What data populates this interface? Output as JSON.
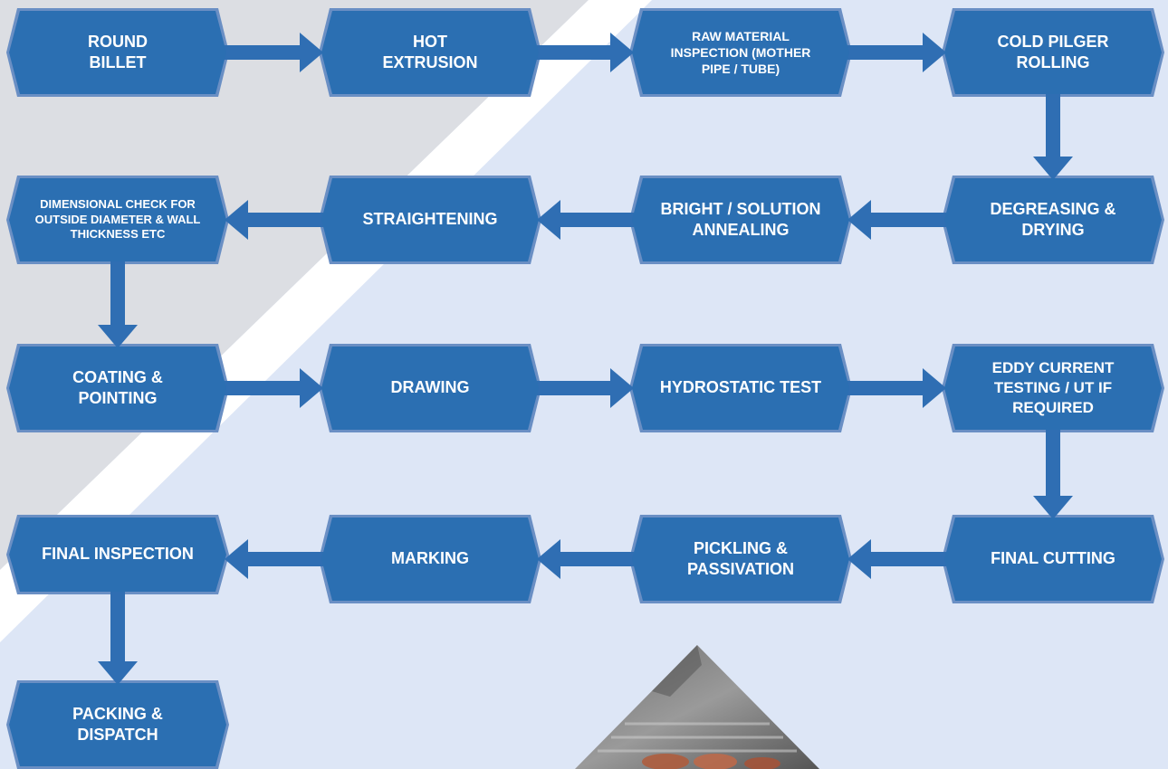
{
  "colors": {
    "background": "#dde6f6",
    "grey_panel": "#dcdee3",
    "white_stripe": "#ffffff",
    "box_fill": "#2b6fb2",
    "box_edge": "#6a8fc4",
    "arrow": "#2f6eb3",
    "text": "#ffffff"
  },
  "steps": [
    {
      "id": "round_billet",
      "label": "ROUND BILLET"
    },
    {
      "id": "hot_extrusion",
      "label": "HOT EXTRUSION"
    },
    {
      "id": "raw_material_inspection",
      "label": "RAW MATERIAL INSPECTION (MOTHER PIPE / TUBE)"
    },
    {
      "id": "cold_pilger_rolling",
      "label": "COLD PILGER ROLLING"
    },
    {
      "id": "degreasing_drying",
      "label": "DEGREASING & DRYING"
    },
    {
      "id": "bright_solution_annealing",
      "label": "BRIGHT / SOLUTION ANNEALING"
    },
    {
      "id": "straightening",
      "label": "STRAIGHTENING"
    },
    {
      "id": "dimensional_check",
      "label": "DIMENSIONAL CHECK FOR OUTSIDE DIAMETER & WALL THICKNESS ETC"
    },
    {
      "id": "coating_pointing",
      "label": "COATING & POINTING"
    },
    {
      "id": "drawing",
      "label": "DRAWING"
    },
    {
      "id": "hydrostatic_test",
      "label": "HYDROSTATIC TEST"
    },
    {
      "id": "eddy_current_testing",
      "label": "EDDY CURRENT TESTING / UT IF REQUIRED"
    },
    {
      "id": "final_cutting",
      "label": "FINAL CUTTING"
    },
    {
      "id": "pickling_passivation",
      "label": "PICKLING & PASSIVATION"
    },
    {
      "id": "marking",
      "label": "MARKING"
    },
    {
      "id": "final_inspection",
      "label": "FINAL INSPECTION"
    },
    {
      "id": "packing_dispatch",
      "label": "PACKING & DISPATCH"
    }
  ],
  "flows": [
    [
      "round_billet",
      "hot_extrusion"
    ],
    [
      "hot_extrusion",
      "raw_material_inspection"
    ],
    [
      "raw_material_inspection",
      "cold_pilger_rolling"
    ],
    [
      "cold_pilger_rolling",
      "degreasing_drying"
    ],
    [
      "degreasing_drying",
      "bright_solution_annealing"
    ],
    [
      "bright_solution_annealing",
      "straightening"
    ],
    [
      "straightening",
      "dimensional_check"
    ],
    [
      "dimensional_check",
      "coating_pointing"
    ],
    [
      "coating_pointing",
      "drawing"
    ],
    [
      "drawing",
      "hydrostatic_test"
    ],
    [
      "hydrostatic_test",
      "eddy_current_testing"
    ],
    [
      "eddy_current_testing",
      "final_cutting"
    ],
    [
      "final_cutting",
      "pickling_passivation"
    ],
    [
      "pickling_passivation",
      "marking"
    ],
    [
      "marking",
      "final_inspection"
    ],
    [
      "final_inspection",
      "packing_dispatch"
    ]
  ]
}
